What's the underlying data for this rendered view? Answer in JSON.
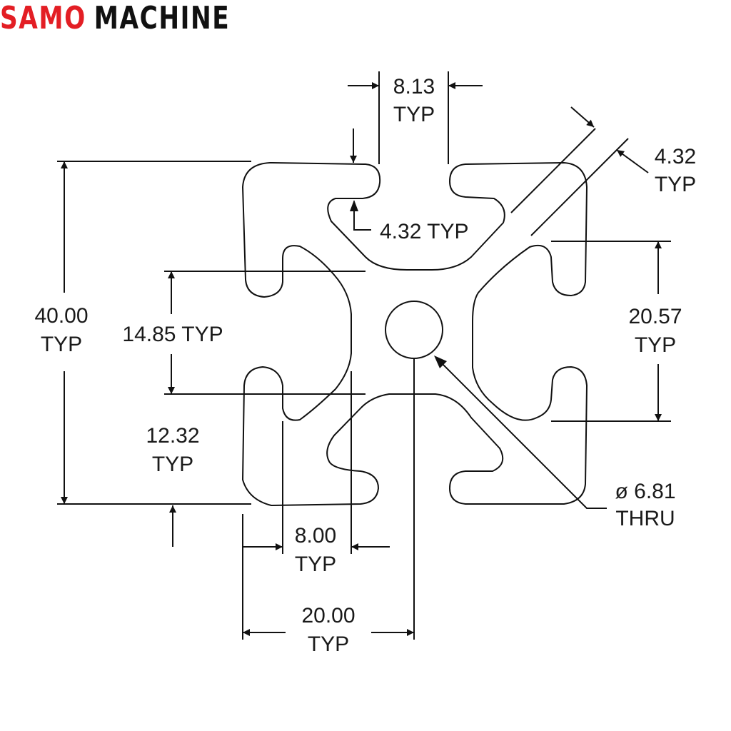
{
  "brand": {
    "part1": "SAMO",
    "part2": "MACHINE",
    "accent_color": "#e31e24",
    "text_color": "#111111"
  },
  "dimensions": {
    "slot_opening": {
      "value": "8.13",
      "note": "TYP"
    },
    "corner_gap": {
      "value": "4.32",
      "note": "TYP"
    },
    "slot_lip": {
      "value": "4.32 TYP"
    },
    "overall_height": {
      "value": "40.00",
      "note": "TYP"
    },
    "inner_slot_height": {
      "value": "14.85 TYP"
    },
    "slot_span": {
      "value": "20.57",
      "note": "TYP"
    },
    "flange": {
      "value": "12.32",
      "note": "TYP"
    },
    "slot_width": {
      "value": "8.00",
      "note": "TYP"
    },
    "half_width": {
      "value": "20.00",
      "note": "TYP"
    },
    "center_hole": {
      "value": "ø 6.81",
      "note": "THRU"
    }
  }
}
